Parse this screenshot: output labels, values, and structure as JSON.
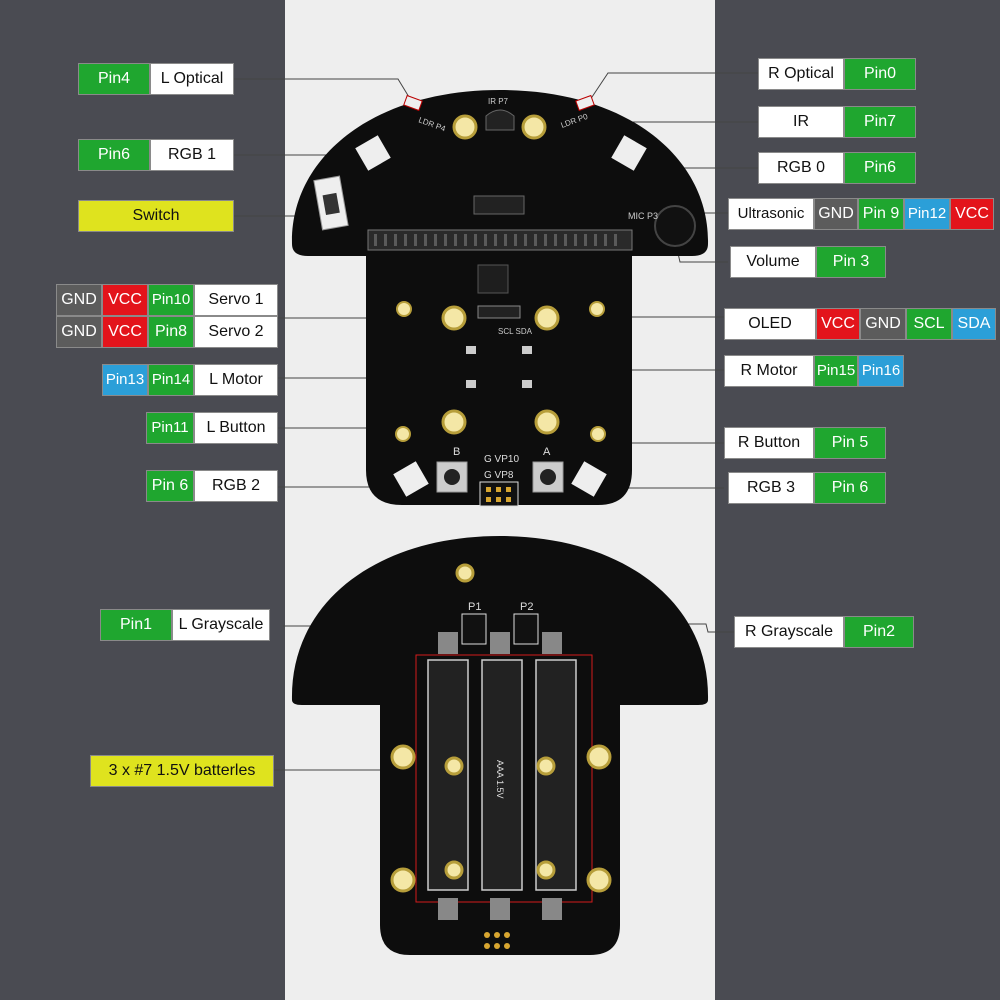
{
  "labels": {
    "l_optical": {
      "pin": "Pin4",
      "name": "L Optical"
    },
    "rgb1": {
      "pin": "Pin6",
      "name": "RGB 1"
    },
    "switch": {
      "name": "Switch"
    },
    "servo1": {
      "gnd": "GND",
      "vcc": "VCC",
      "pin": "Pin10",
      "name": "Servo 1"
    },
    "servo2": {
      "gnd": "GND",
      "vcc": "VCC",
      "pin": "Pin8",
      "name": "Servo 2"
    },
    "l_motor": {
      "pin_a": "Pin13",
      "pin_b": "Pin14",
      "name": "L Motor"
    },
    "l_button": {
      "pin": "Pin11",
      "name": "L Button"
    },
    "rgb2": {
      "pin": "Pin 6",
      "name": "RGB 2"
    },
    "r_optical": {
      "name": "R Optical",
      "pin": "Pin0"
    },
    "ir": {
      "name": "IR",
      "pin": "Pin7"
    },
    "rgb0": {
      "name": "RGB 0",
      "pin": "Pin6"
    },
    "ultrasonic": {
      "name": "Ultrasonic",
      "gnd": "GND",
      "pin_a": "Pin 9",
      "pin_b": "Pin12",
      "vcc": "VCC"
    },
    "volume": {
      "name": "Volume",
      "pin": "Pin 3"
    },
    "oled": {
      "name": "OLED",
      "vcc": "VCC",
      "gnd": "GND",
      "scl": "SCL",
      "sda": "SDA"
    },
    "r_motor": {
      "name": "R Motor",
      "pin_a": "Pin15",
      "pin_b": "Pin16"
    },
    "r_button": {
      "name": "R Button",
      "pin": "Pin 5"
    },
    "rgb3": {
      "name": "RGB 3",
      "pin": "Pin 6"
    },
    "l_grayscale": {
      "pin": "Pin1",
      "name": "L Grayscale"
    },
    "r_grayscale": {
      "name": "R Grayscale",
      "pin": "Pin2"
    },
    "batteries": {
      "name": "3 x #7 1.5V batterles"
    }
  },
  "board_silkscreen": {
    "ldr_p4": "LDR P4",
    "ir_p7": "IR P7",
    "ldr_p0": "LDR P0",
    "mic_p3": "MIC P3",
    "scl_sda": "SCL SDA",
    "b": "B",
    "a": "A",
    "vp10": "G VP10",
    "vp8": "G VP8",
    "p1": "P1",
    "p2": "P2",
    "aaa": "AAA 1.5V"
  },
  "colors": {
    "pin_green": "#1fa62f",
    "vcc_red": "#e3141b",
    "gnd_gray": "#5c5c5c",
    "signal_blue": "#2b9fd8",
    "note_yellow": "#dfe31e",
    "background": "#4a4b52",
    "panel": "#eeeeee"
  }
}
